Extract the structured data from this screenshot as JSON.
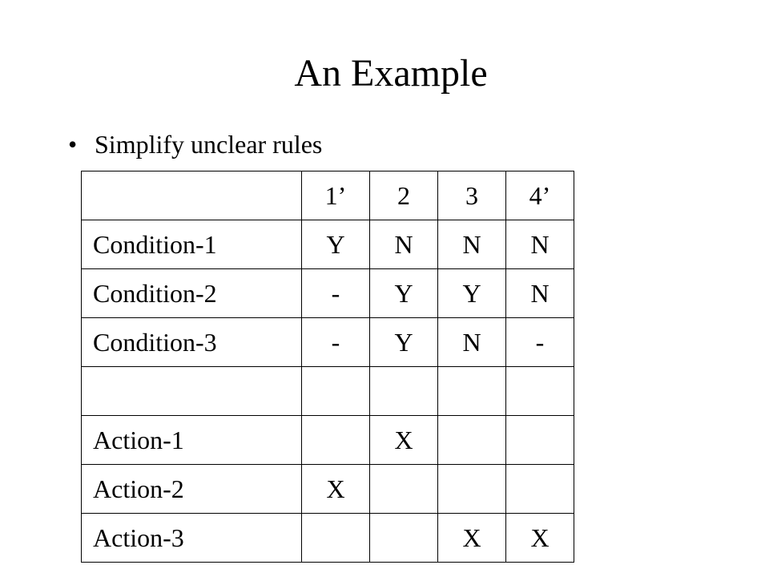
{
  "slide": {
    "title": "An Example",
    "bullet_symbol": "•",
    "bullet_text": "Simplify unclear rules"
  },
  "table": {
    "header": [
      "",
      "1’",
      "2",
      "3",
      "4’"
    ],
    "rows": [
      [
        "Condition-1",
        "Y",
        "N",
        "N",
        "N"
      ],
      [
        "Condition-2",
        "-",
        "Y",
        "Y",
        "N"
      ],
      [
        "Condition-3",
        "-",
        "Y",
        "N",
        "-"
      ],
      [
        "",
        "",
        "",
        "",
        ""
      ],
      [
        "Action-1",
        "",
        "X",
        "",
        ""
      ],
      [
        "Action-2",
        "X",
        "",
        "",
        ""
      ],
      [
        "Action-3",
        "",
        "",
        "X",
        "X"
      ]
    ]
  }
}
